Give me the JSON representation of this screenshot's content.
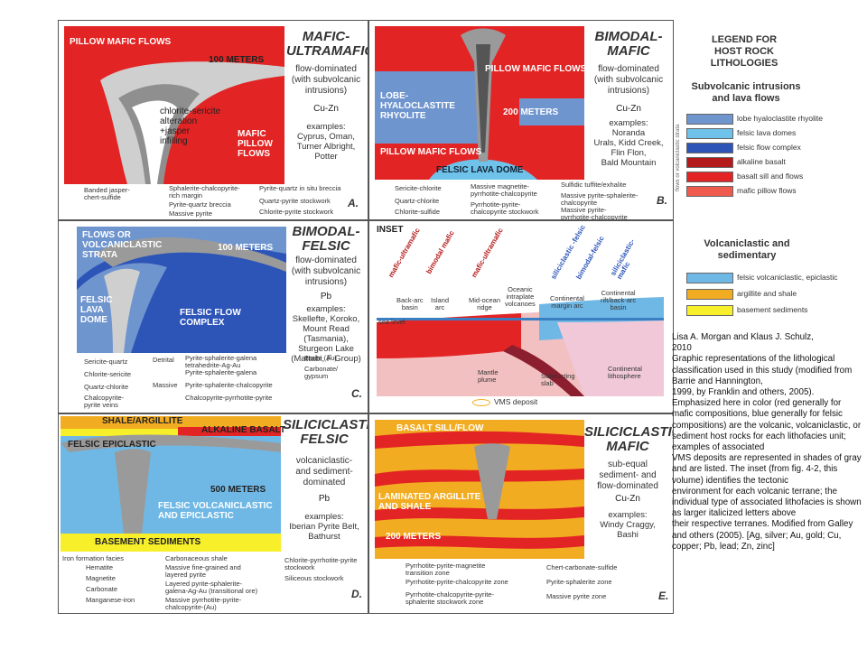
{
  "legend": {
    "title": "LEGEND FOR\nHOST ROCK\nLITHOLOGIES",
    "subvolcanic_title": "Subvolcanic intrusions\nand lava flows",
    "vertical_label": "flows or volcaniclastic strata",
    "subvolcanic_items": [
      {
        "label": "lobe hyaloclastite rhyolite",
        "color": "#6f95cf"
      },
      {
        "label": "felsic lava domes",
        "color": "#6fc2ea"
      },
      {
        "label": "felsic flow complex",
        "color": "#2d55b8"
      },
      {
        "label": "alkaline basalt",
        "color": "#b51a1a"
      },
      {
        "label": "basalt sill and flows",
        "color": "#e32424"
      },
      {
        "label": "mafic pillow flows",
        "color": "#ef5a4f"
      }
    ],
    "volcaniclastic_title": "Volcaniclastic and\nsedimentary",
    "volcaniclastic_items": [
      {
        "label": "felsic volcaniclastic, epiclastic",
        "color": "#6fb8e6"
      },
      {
        "label": "argillite and shale",
        "color": "#f2ac22"
      },
      {
        "label": "basement sediments",
        "color": "#f7ef2a"
      }
    ]
  },
  "caption": [
    "Lisa A. Morgan and Klaus J. Schulz,",
    "2010",
    "Graphic representations of the lithological classification used in this study (modified from Barrie and Hannington,",
    "1999, by Franklin and others, 2005). Emphasized here in color (red generally for mafic compositions, blue generally for felsic",
    "compositions) are the volcanic, volcaniclastic, or sediment host rocks for each lithofacies unit; examples of associated",
    "VMS deposits are represented in shades of gray and are listed. The inset (from fig. 4-2, this volume) identifies the tectonic",
    "environment for each volcanic terrane; the individual type of associated lithofacies is shown as larger italicized letters above",
    "their respective terranes. Modified from Galley and others (2005). [Ag, silver; Au, gold; Cu, copper; Pb, lead; Zn, zinc]"
  ],
  "panelA": {
    "title": "MAFIC-\nULTRAMAFIC",
    "desc": "flow-dominated\n(with subvolcanic\nintrusions)",
    "metal": "Cu-Zn",
    "examples": "examples:\nCyprus, Oman,\nTurner Albright,\nPotter",
    "letter": "A.",
    "labels": {
      "pillow": "PILLOW MAFIC FLOWS",
      "scale": "100 METERS",
      "alteration": "chlorite-sericite\nalteration\n+jasper\ninfilling",
      "mafic": "MAFIC\nPILLOW\nFLOWS"
    },
    "keys": [
      "Banded jasper-\nchert-sulfide",
      "Sphalerite-chalcopyrite-\nrich margin",
      "Pyrite-quartz breccia",
      "Massive pyrite",
      "Pyrite-quartz in situ breccia",
      "Quartz-pyrite stockwork",
      "Chlorite-pyrite stockwork"
    ]
  },
  "panelB": {
    "title": "BIMODAL-\nMAFIC",
    "desc": "flow-dominated\n(with subvolcanic\nintrusions)",
    "metal": "Cu-Zn",
    "examples": "examples:\nNoranda\nUrals, Kidd Creek,\nFlin Flon,\nBald Mountain",
    "letter": "B.",
    "labels": {
      "pillow_top": "PILLOW MAFIC FLOWS",
      "lobe": "LOBE-\nHYALOCLASTITE\nRHYOLITE",
      "scale": "200 METERS",
      "pillow_bottom": "PILLOW MAFIC FLOWS",
      "dome": "FELSIC LAVA DOME"
    },
    "keys": [
      "Sericite-chlorite",
      "Quartz-chlorite",
      "Chlorite-sulfide",
      "Massive magnetite-\npyrrhotite-chalcopyrite",
      "Pyrrhotite-pyrite-\nchalcopyrite stockwork",
      "Sulfidic tuffite/exhalite",
      "Massive pyrite-sphalerite-\nchalcopyrite",
      "Massive pyrite-\npyrrhotite-chalcopyrite"
    ]
  },
  "panelC": {
    "title": "BIMODAL-\nFELSIC",
    "desc": "flow-dominated\n(with subvolcanic\nintrusions)",
    "metal": "Pb",
    "examples": "examples:\nSkellefte, Koroko,\nMount Read (Tasmania),\nSturgeon Lake\n(Mattabi, F Group)",
    "letter": "C.",
    "labels": {
      "flows": "FLOWS OR\nVOLCANICLASTIC\nSTRATA",
      "scale": "100 METERS",
      "dome": "FELSIC\nLAVA\nDOME",
      "complex": "FELSIC FLOW\nCOMPLEX"
    },
    "keys": [
      "Sericite-quartz",
      "Chlorite-sericite",
      "Quartz-chlorite",
      "Chalcopyrite-\npyrite veins",
      "Detrital",
      "Pyrite-sphalerite-galena\ntetrahedrite-Ag-Au",
      "Pyrite-sphalerite-galena",
      "Pyrite-sphalerite-chalcopyrite",
      "Chalcopyrite-pyrrhotite-pyrite",
      "Massive",
      "Barite (Au)",
      "Carbonate/\ngypsum"
    ]
  },
  "inset": {
    "title": "INSET",
    "top_labels": [
      "mafic-ultramafic",
      "bimodal mafic",
      "mafic-ultramafic",
      "siliciclastic -felsic",
      "bimodal-felsic",
      "siliciclastic-\nmafic"
    ],
    "settings": [
      "Back-arc\nbasin",
      "Island\narc",
      "Mid-ocean\nridge",
      "Oceanic\nintraplate\nvolcanoes",
      "Continental\nmargin arc",
      "Continental\nrift/back-arc\nbasin"
    ],
    "sea_level": "sea level",
    "mantle": "Mantle\nplume",
    "slab": "Subducting\nslab",
    "lithosphere": "Continental\nlithosphere",
    "vms": "VMS deposit"
  },
  "panelD": {
    "title": "SILICICLASTIC\nFELSIC",
    "desc": "volcaniclastic-\nand sediment-\ndominated",
    "metal": "Pb",
    "examples": "examples:\nIberian Pyrite Belt,\nBathurst",
    "letter": "D.",
    "labels": {
      "shale": "SHALE/ARGILLITE",
      "alkaline": "ALKALINE BASALT",
      "epiclastic": "FELSIC EPICLASTIC",
      "scale": "500 METERS",
      "volc": "FELSIC VOLCANICLASTIC\nAND EPICLASTIC",
      "basement": "BASEMENT SEDIMENTS"
    },
    "keys": [
      "Iron formation facies",
      "Hematite",
      "Magnetite",
      "Carbonate",
      "Manganese-iron",
      "Carbonaceous shale",
      "Massive fine-grained and\nlayered pyrite",
      "Layered pyrite-sphalerite-\ngalena-Ag-Au (transitional ore)",
      "Massive pyrrhotite-pyrite-\nchalcopyrite-(Au)",
      "Chlorite-pyrrhotite-pyrite\nstockwork",
      "Siliceous stockwork"
    ]
  },
  "panelE": {
    "title": "SILICICLASTIC\nMAFIC",
    "desc": "sub-equal\nsediment- and\nflow-dominated",
    "metal": "Cu-Zn",
    "examples": "examples:\nWindy Craggy,\nBashi",
    "letter": "E.",
    "labels": {
      "basalt": "BASALT SILL/FLOW",
      "argillite": "LAMINATED ARGILLITE\nAND SHALE",
      "scale": "200 METERS"
    },
    "keys": [
      "Pyrrhotite-pyrite-magnetite\ntransition zone",
      "Pyrrhotite-pyrite-chalcopyrite zone",
      "Pyrrhotite-chalcopyrite-pyrite-\nsphalerite stockwork zone",
      "Chert-carbonate-sulfide",
      "Pyrite-sphalerite zone",
      "Massive pyrite zone"
    ]
  }
}
